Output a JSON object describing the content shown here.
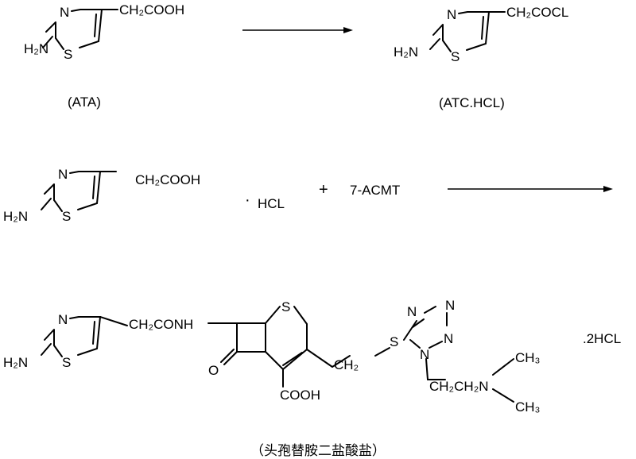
{
  "row1": {
    "ata": {
      "amine": "H₂N",
      "ring_n": "N",
      "ring_s": "S",
      "side_chain": "CH₂COOH",
      "label": "(ATA)"
    },
    "atc": {
      "amine": "H₂N",
      "ring_n": "N",
      "ring_s": "S",
      "side_chain": "CH₂COCL",
      "label": "(ATC.HCL)"
    }
  },
  "row2": {
    "reactant": {
      "amine": "H₂N",
      "ring_n": "N",
      "ring_s": "S",
      "side_chain": "CH₂COOH"
    },
    "salt_dot": "·",
    "salt": "HCL",
    "plus": "+",
    "reagent": "7-ACMT"
  },
  "row3": {
    "amine": "H₂N",
    "ring_n": "N",
    "ring_s": "S",
    "linker": "CH₂CONH",
    "ceph_s": "S",
    "keto_o": "O",
    "carboxyl": "COOH",
    "methylene": "CH₂",
    "thio_s": "S",
    "tz_n1": "N",
    "tz_n2": "N",
    "tz_n3": "N",
    "tz_n4": "N",
    "side": "CH₂CH₂N",
    "me1": "CH₃",
    "me2": "CH₃",
    "salt": ".2HCL"
  },
  "caption": "（头孢替胺二盐酸盐）"
}
